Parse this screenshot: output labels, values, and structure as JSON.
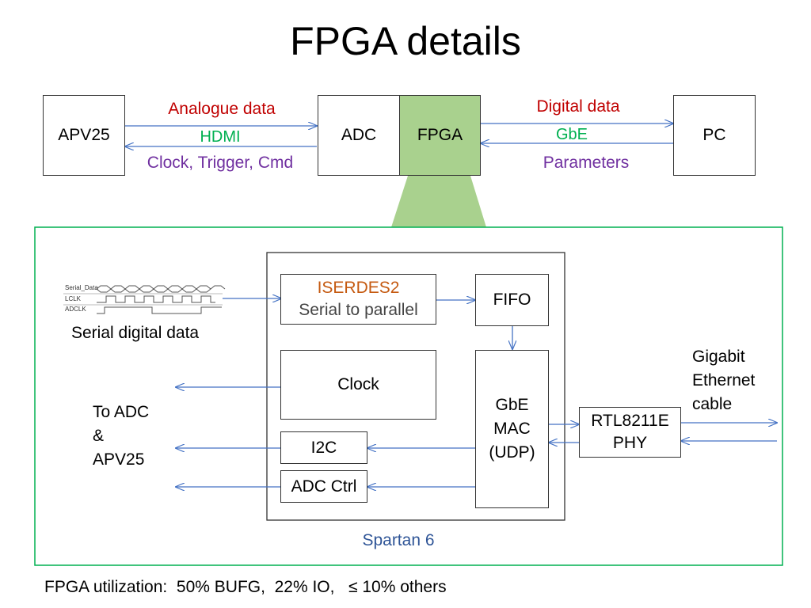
{
  "title": "FPGA details",
  "top": {
    "apv25": "APV25",
    "adc": "ADC",
    "fpga": "FPGA",
    "pc": "PC",
    "analogue_data": "Analogue data",
    "hdmi": "HDMI",
    "clock_trigger_cmd": "Clock, Trigger, Cmd",
    "digital_data": "Digital data",
    "gbe": "GbE",
    "parameters": "Parameters"
  },
  "detail": {
    "waveform": [
      "Serial_Data",
      "LCLK",
      "ADCLK"
    ],
    "serial_digital_data": "Serial digital data",
    "iserdes_title": "ISERDES2",
    "iserdes_sub": "Serial to parallel",
    "fifo": "FIFO",
    "clock": "Clock",
    "gbe_mac": [
      "GbE",
      "MAC",
      "(UDP)"
    ],
    "i2c": "I2C",
    "adc_ctrl": "ADC Ctrl",
    "phy": [
      "RTL8211E",
      "PHY"
    ],
    "ethernet": [
      "Gigabit",
      "Ethernet",
      "cable"
    ],
    "to_adc": [
      "To ADC",
      "&",
      "APV25"
    ],
    "spartan": "Spartan 6"
  },
  "footer": "FPGA utilization:  50% BUFG,  22% IO,   ≤ 10% others",
  "colors": {
    "fpga_fill": "#a9d18e",
    "analogue": "#c00000",
    "hdmi": "#00b050",
    "clock_trigger": "#7030a0",
    "iserdes": "#c55a11",
    "spartan": "#2f5597",
    "arrow": "#4472c4",
    "frame": "#00b050"
  }
}
